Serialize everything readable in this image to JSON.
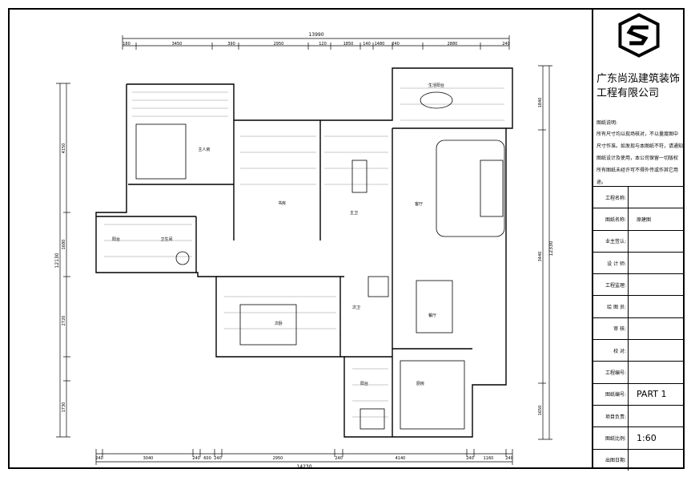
{
  "dimensions": {
    "top_total": "13990",
    "top_segments": [
      "180",
      "3450",
      "390",
      "2950",
      "120",
      "1850",
      "140",
      "1480",
      "240",
      "2880",
      "240"
    ],
    "bottom_total": "14230",
    "bottom_segments": [
      "240",
      "3040",
      "240",
      "600",
      "240",
      "2950",
      "240",
      "4140",
      "240",
      "1160",
      "240"
    ],
    "left_total": "12130",
    "left_segments": [
      "4150",
      "1680",
      "2720",
      "1730"
    ],
    "right_total": "12330",
    "right_segments": [
      "1840",
      "3440",
      "1650"
    ]
  },
  "rooms": [
    "主人房",
    "书房",
    "主卫",
    "卫生间",
    "阳台",
    "客厅",
    "餐厅",
    "次卧",
    "次卫",
    "厨房",
    "阳台",
    "生活阳台"
  ],
  "title_block": {
    "company_name": "广东尚泓建筑装饰工程有限公司",
    "notes_title": "图纸说明:",
    "notes": [
      "所有尺寸均以现场核对，不以量度图中",
      "尺寸作准。如发现与本图纸不符，请通知",
      "图纸设计及使用，本公司保留一切版权",
      "所有图纸未经许可不得外传或作其它用途。"
    ],
    "rows": [
      {
        "label": "工程名称:",
        "value": ""
      },
      {
        "label": "图纸名称:",
        "value": "原建图",
        "small": true
      },
      {
        "label": "业主签认:",
        "value": ""
      },
      {
        "label": "设 计 师:",
        "value": ""
      },
      {
        "label": "工程监理:",
        "value": ""
      },
      {
        "label": "绘 图 员:",
        "value": ""
      },
      {
        "label": "审  核:",
        "value": ""
      },
      {
        "label": "校  对:",
        "value": ""
      },
      {
        "label": "工程编号:",
        "value": ""
      },
      {
        "label": "图纸编号:",
        "value": "PART 1"
      },
      {
        "label": "项目负责:",
        "value": ""
      },
      {
        "label": "图纸比例:",
        "value": "1:60"
      },
      {
        "label": "出图日期:",
        "value": ""
      }
    ]
  }
}
